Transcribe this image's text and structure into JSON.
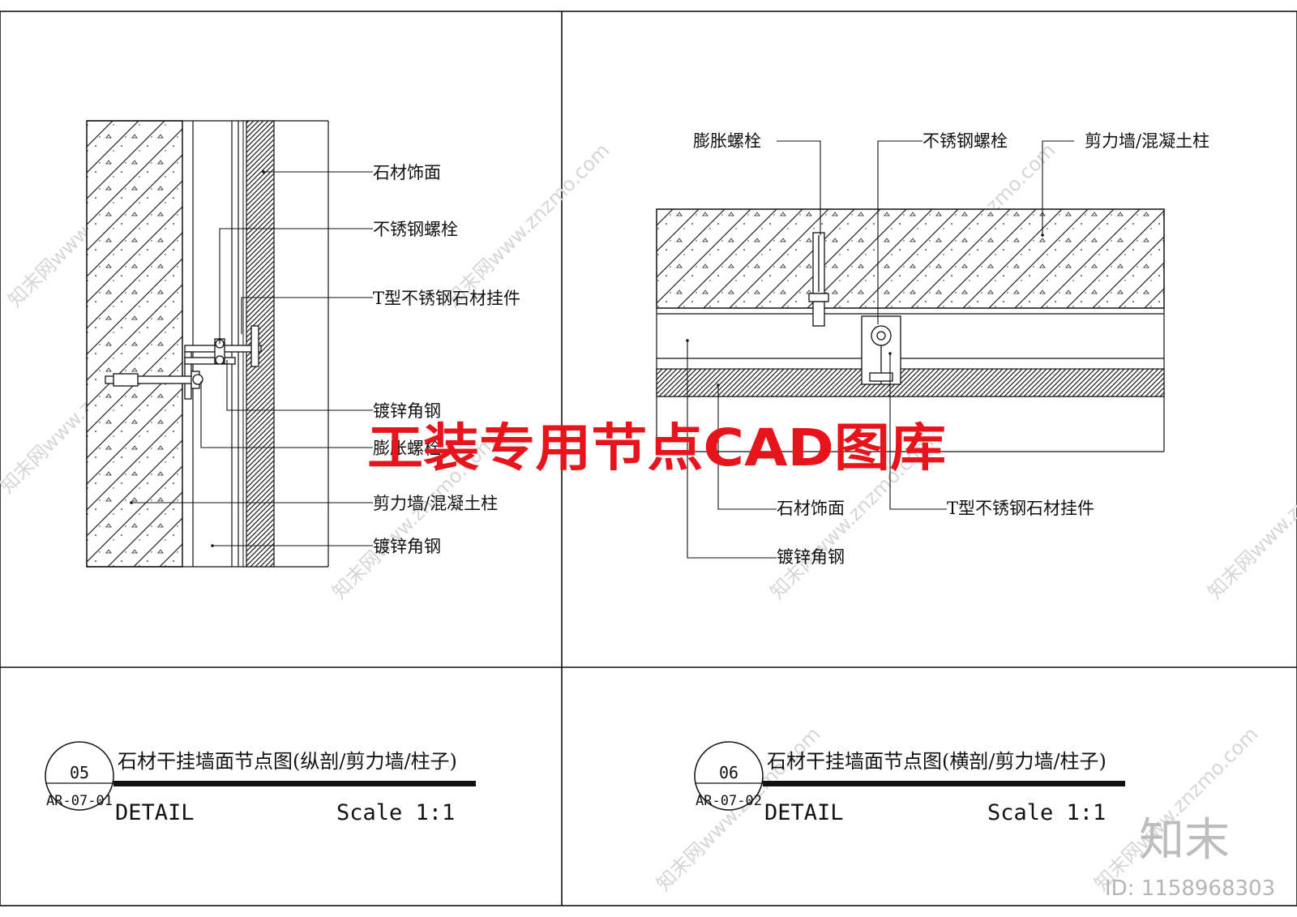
{
  "left_detail": {
    "labels": {
      "stone_face": "石材饰面",
      "ss_bolt": "不锈钢螺栓",
      "t_hanger": "T型不锈钢石材挂件",
      "galv_angle_1": "镀锌角钢",
      "expansion_bolt": "膨胀螺栓",
      "shear_wall": "剪力墙/混凝土柱",
      "galv_angle_2": "镀锌角钢"
    },
    "title": "石材干挂墙面节点图(纵剖/剪力墙/柱子)",
    "detail_label": "DETAIL",
    "scale": "Scale 1:1",
    "bubble_number": "05",
    "bubble_ref": "AR-07-01"
  },
  "right_detail": {
    "labels": {
      "expansion_bolt": "膨胀螺栓",
      "ss_bolt": "不锈钢螺栓",
      "shear_wall": "剪力墙/混凝土柱",
      "stone_face": "石材饰面",
      "t_hanger": "T型不锈钢石材挂件",
      "galv_angle": "镀锌角钢"
    },
    "title": "石材干挂墙面节点图(横剖/剪力墙/柱子)",
    "detail_label": "DETAIL",
    "scale": "Scale 1:1",
    "bubble_number": "06",
    "bubble_ref": "AR-07-02"
  },
  "overlay": {
    "banner": "工装专用节点CAD图库",
    "banner_color": "#e8141b",
    "watermark_text": "知末网www.znzmo.com",
    "logo_text": "知末",
    "id_text": "ID: 1158968303"
  }
}
